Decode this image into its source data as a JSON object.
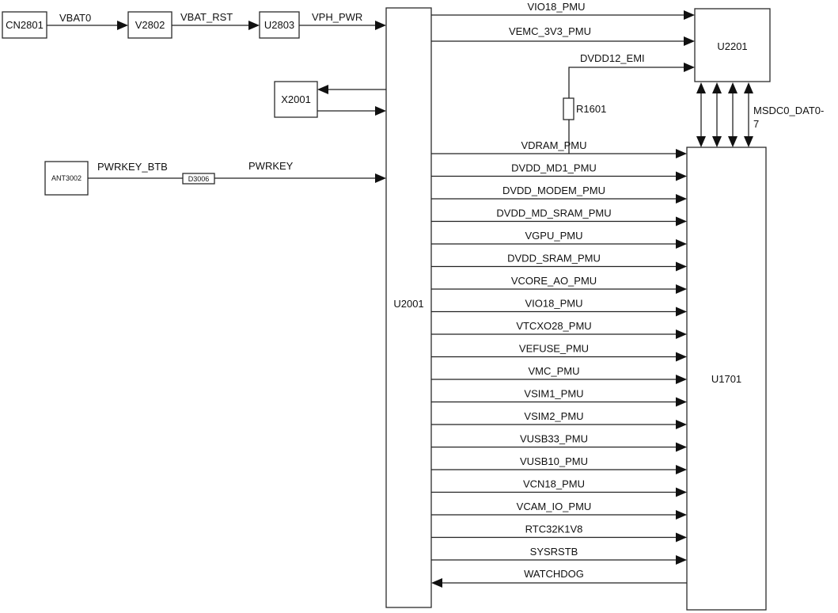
{
  "blocks": {
    "cn2801": "CN2801",
    "v2802": "V2802",
    "u2803": "U2803",
    "x2001": "X2001",
    "ant3002": "ANT3002",
    "d3006": "D3006",
    "u2001": "U2001",
    "u2201": "U2201",
    "u1701": "U1701",
    "r1601": "R1601"
  },
  "signals": {
    "vbat0": "VBAT0",
    "vbat_rst": "VBAT_RST",
    "vph_pwr": "VPH_PWR",
    "pwrkey_btb": "PWRKEY_BTB",
    "pwrkey": "PWRKEY",
    "vio18_top": "VIO18_PMU",
    "vemc": "VEMC_3V3_PMU",
    "dvdd12_emi": "DVDD12_EMI",
    "msdc_line1": "MSDC0_DAT0-",
    "msdc_line2": "7",
    "watchdog": "WATCHDOG"
  },
  "bus_signals": [
    "VDRAM_PMU",
    "DVDD_MD1_PMU",
    "DVDD_MODEM_PMU",
    "DVDD_MD_SRAM_PMU",
    "VGPU_PMU",
    "DVDD_SRAM_PMU",
    "VCORE_AO_PMU",
    "VIO18_PMU",
    "VTCXO28_PMU",
    "VEFUSE_PMU",
    "VMC_PMU",
    "VSIM1_PMU",
    "VSIM2_PMU",
    "VUSB33_PMU",
    "VUSB10_PMU",
    "VCN18_PMU",
    "VCAM_IO_PMU",
    "RTC32K1V8",
    "SYSRSTB"
  ]
}
